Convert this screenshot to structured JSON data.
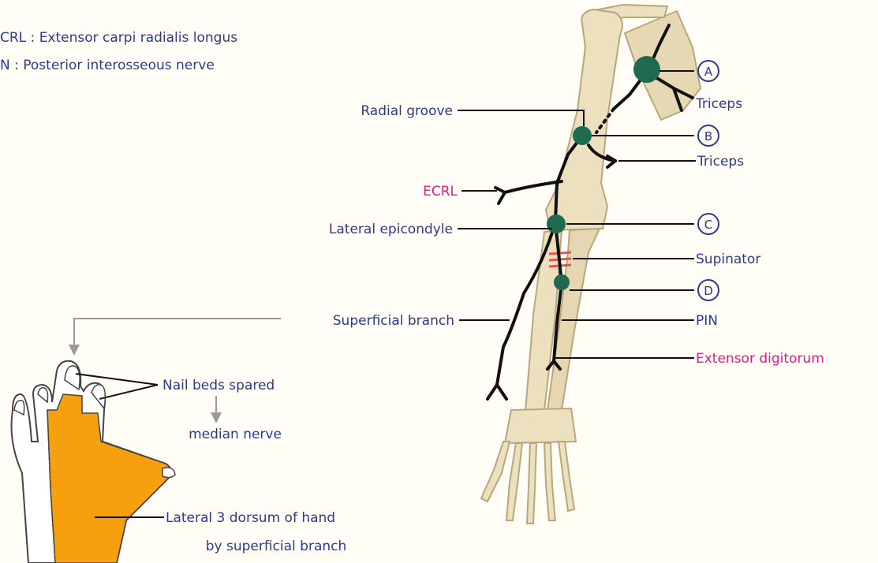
{
  "legend": {
    "ecrl": "CRL : Extensor carpi radialis longus",
    "pin": "N : Posterior interosseous nerve"
  },
  "left_labels": {
    "radial_groove": "Radial groove",
    "ecrl": "ECRL",
    "lateral_epicondyle": "Lateral epicondyle",
    "superficial_branch": "Superficial branch"
  },
  "right_labels": {
    "a": "A",
    "triceps_1": "Triceps",
    "b": "B",
    "triceps_2": "Triceps",
    "c": "C",
    "supinator": "Supinator",
    "d": "D",
    "pin": "PIN",
    "extensor_digitorum": "Extensor digitorum"
  },
  "hand_labels": {
    "nail_beds": "Nail beds spared",
    "median_nerve": "median nerve",
    "lateral_3": "Lateral 3   dorsum of hand",
    "by_superficial": "by superficial branch"
  },
  "colors": {
    "background": "#fffdf6",
    "navy_text": "#2d3a8c",
    "pink_text": "#e5198a",
    "nerve": "#111111",
    "lesion": "#1e6b4f",
    "bone_fill": "#ede0bf",
    "bone_edge": "#b9a67d",
    "hand_orange": "#f7a00f",
    "supinator": "#e0564f",
    "grey_arrow": "#9a9a9a"
  }
}
